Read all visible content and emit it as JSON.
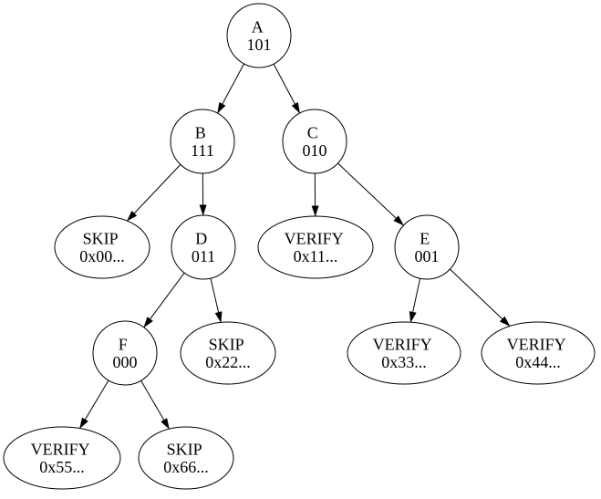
{
  "diagram": {
    "type": "tree",
    "description": "Binary tree diagram with circular internal nodes and elliptical leaf nodes",
    "colors": {
      "background": "#ffffff",
      "stroke": "#000000",
      "text": "#000000"
    },
    "nodes": [
      {
        "id": "A",
        "shape": "circle",
        "line1": "A",
        "line2": "101"
      },
      {
        "id": "B",
        "shape": "circle",
        "line1": "B",
        "line2": "111"
      },
      {
        "id": "C",
        "shape": "circle",
        "line1": "C",
        "line2": "010"
      },
      {
        "id": "skip00",
        "shape": "ellipse",
        "line1": "SKIP",
        "line2": "0x00..."
      },
      {
        "id": "D",
        "shape": "circle",
        "line1": "D",
        "line2": "011"
      },
      {
        "id": "verify11",
        "shape": "ellipse",
        "line1": "VERIFY",
        "line2": "0x11..."
      },
      {
        "id": "E",
        "shape": "circle",
        "line1": "E",
        "line2": "001"
      },
      {
        "id": "F",
        "shape": "circle",
        "line1": "F",
        "line2": "000"
      },
      {
        "id": "skip22",
        "shape": "ellipse",
        "line1": "SKIP",
        "line2": "0x22..."
      },
      {
        "id": "verify33",
        "shape": "ellipse",
        "line1": "VERIFY",
        "line2": "0x33..."
      },
      {
        "id": "verify44",
        "shape": "ellipse",
        "line1": "VERIFY",
        "line2": "0x44..."
      },
      {
        "id": "verify55",
        "shape": "ellipse",
        "line1": "VERIFY",
        "line2": "0x55..."
      },
      {
        "id": "skip66",
        "shape": "ellipse",
        "line1": "SKIP",
        "line2": "0x66..."
      }
    ],
    "edges": [
      {
        "from": "A",
        "to": "B"
      },
      {
        "from": "A",
        "to": "C"
      },
      {
        "from": "B",
        "to": "skip00"
      },
      {
        "from": "B",
        "to": "D"
      },
      {
        "from": "C",
        "to": "verify11"
      },
      {
        "from": "C",
        "to": "E"
      },
      {
        "from": "D",
        "to": "F"
      },
      {
        "from": "D",
        "to": "skip22"
      },
      {
        "from": "E",
        "to": "verify33"
      },
      {
        "from": "E",
        "to": "verify44"
      },
      {
        "from": "F",
        "to": "verify55"
      },
      {
        "from": "F",
        "to": "skip66"
      }
    ]
  }
}
